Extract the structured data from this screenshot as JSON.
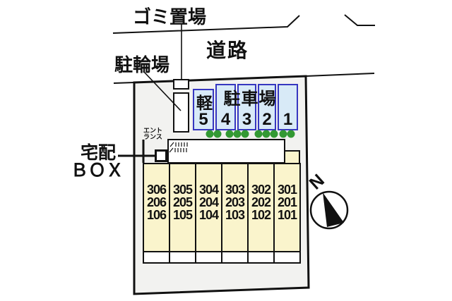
{
  "plan_title": "building site plan",
  "labels": {
    "garbage_area": "ゴミ置場",
    "road": "道路",
    "bicycle_parking": "駐輪場",
    "delivery_box_line1": "宅配",
    "delivery_box_line2": "ＢＯＸ",
    "entrance_line1": "エント",
    "entrance_line2": "ランス",
    "kei_car": "軽",
    "parking_lot": "駐車場"
  },
  "parking": {
    "space_numbers": [
      "5",
      "4",
      "3",
      "2",
      "1"
    ],
    "space_count": 5
  },
  "building": {
    "columns": [
      {
        "floors": [
          "306",
          "206",
          "106"
        ]
      },
      {
        "floors": [
          "305",
          "205",
          "105"
        ]
      },
      {
        "floors": [
          "304",
          "204",
          "104"
        ]
      },
      {
        "floors": [
          "303",
          "203",
          "103"
        ]
      },
      {
        "floors": [
          "302",
          "202",
          "102"
        ]
      },
      {
        "floors": [
          "301",
          "201",
          "101"
        ]
      }
    ]
  },
  "compass": {
    "label": "N"
  },
  "colors": {
    "parking_fill": "#d8eaf7",
    "parking_border": "#3636c0",
    "building_fill": "#faf4cc",
    "property_fill": "#f2f2f0",
    "shrub_green": "#339933",
    "line_black": "#111111"
  }
}
